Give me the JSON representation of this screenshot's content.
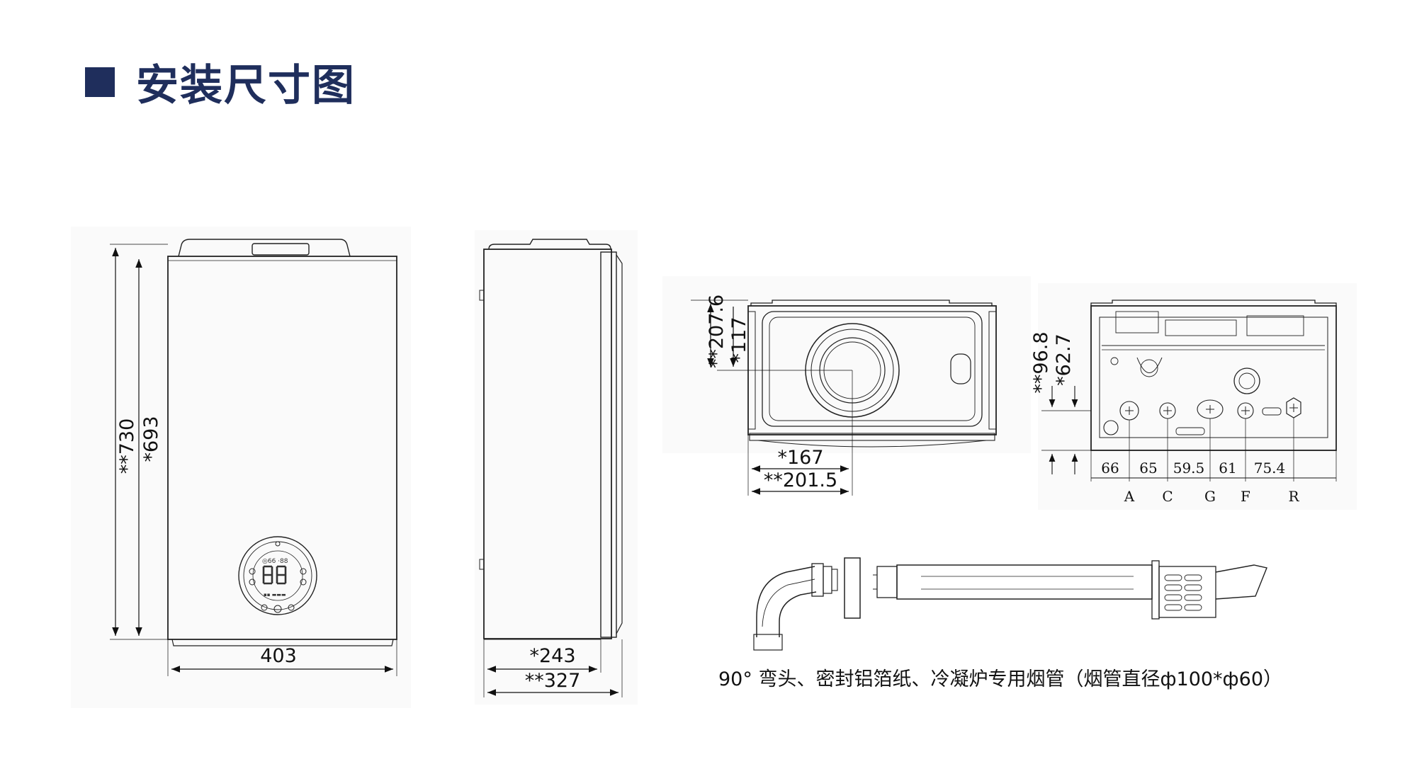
{
  "page": {
    "title": "安装尺寸图",
    "accent_color": "#1f2e5c"
  },
  "front_view": {
    "height_outer": "**730",
    "height_inner": "*693",
    "width": "403",
    "display_digits": "88"
  },
  "side_view": {
    "depth_inner": "*243",
    "depth_outer": "**327"
  },
  "top_view": {
    "dim_vertical_outer": "**207.6",
    "dim_vertical_inner": "*117",
    "dim_horizontal_inner": "*167",
    "dim_horizontal_outer": "**201.5"
  },
  "bottom_view": {
    "dim_vertical_outer": "**96.8",
    "dim_vertical_inner": "*62.7",
    "spacings": [
      "66",
      "65",
      "59.5",
      "61",
      "75.4"
    ],
    "connections": [
      "A",
      "C",
      "G",
      "F",
      "R"
    ]
  },
  "accessories": {
    "caption": "90° 弯头、密封铝箔纸、冷凝炉专用烟管（烟管直径ф100*ф60）"
  }
}
